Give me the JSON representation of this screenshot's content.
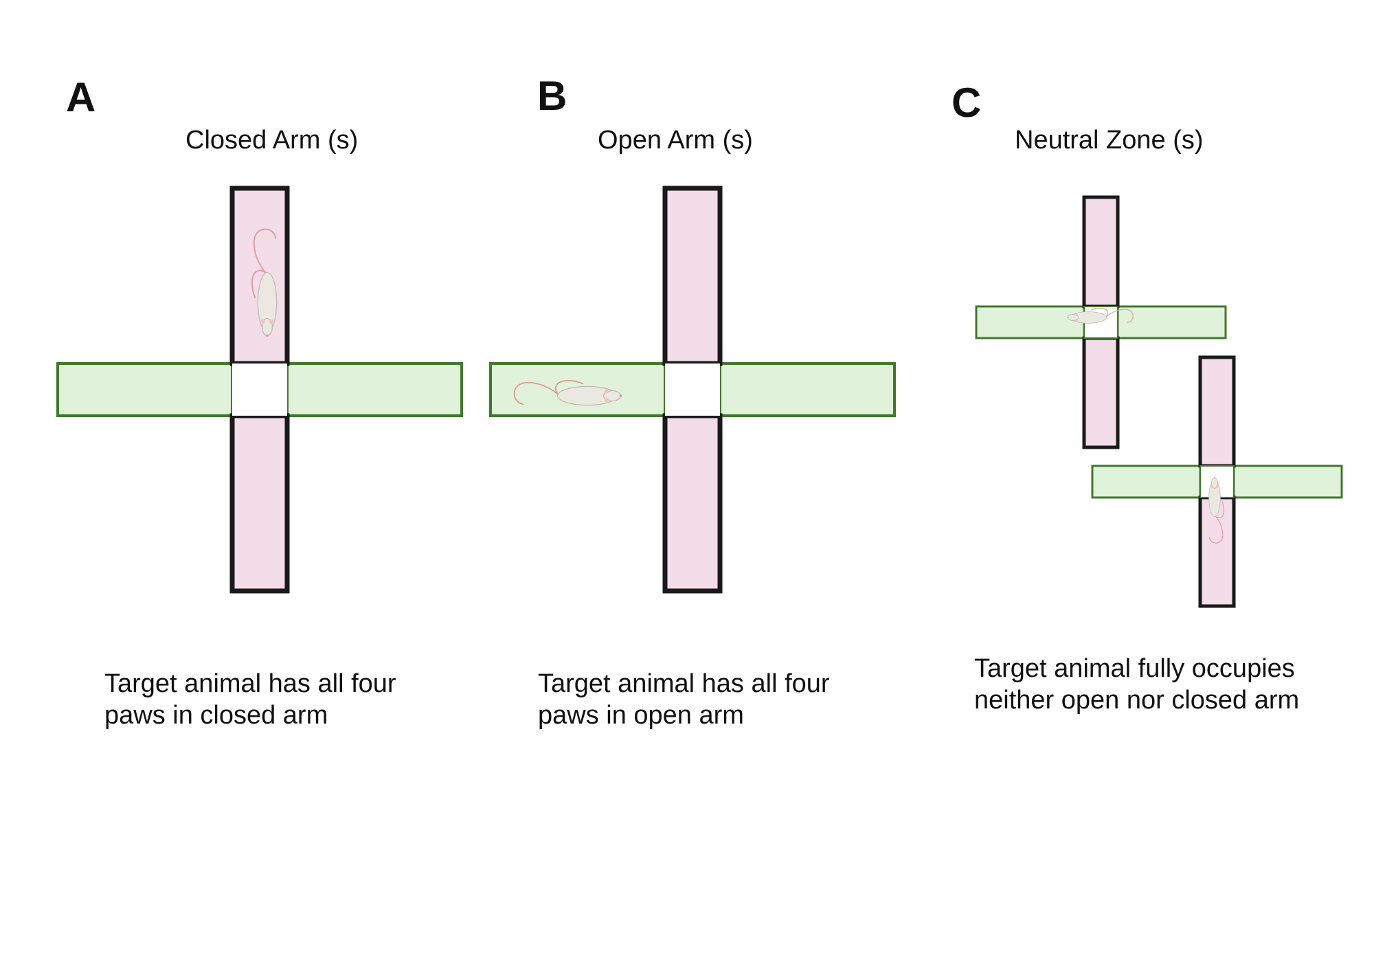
{
  "panels": [
    {
      "letter": "A",
      "title": "Closed Arm (s)",
      "caption_line1": "Target animal has all four",
      "caption_line2": "paws in closed arm"
    },
    {
      "letter": "B",
      "title": "Open Arm (s)",
      "caption_line1": "Target animal has all four",
      "caption_line2": "paws in open arm"
    },
    {
      "letter": "C",
      "title": "Neutral Zone (s)",
      "caption_line1": "Target animal fully occupies",
      "caption_line2": "neither open nor closed arm"
    }
  ],
  "colors": {
    "closed_arm_fill": "#f2dde9",
    "closed_arm_stroke": "#1a1a1a",
    "open_arm_fill": "#e0f3da",
    "open_arm_stroke": "#3f7a2a",
    "center_fill": "#ffffff",
    "mouse_body": "#ebe8e2",
    "mouse_tail": "#e39a95"
  },
  "icons": [
    "elevated-plus-maze",
    "mouse-icon"
  ]
}
